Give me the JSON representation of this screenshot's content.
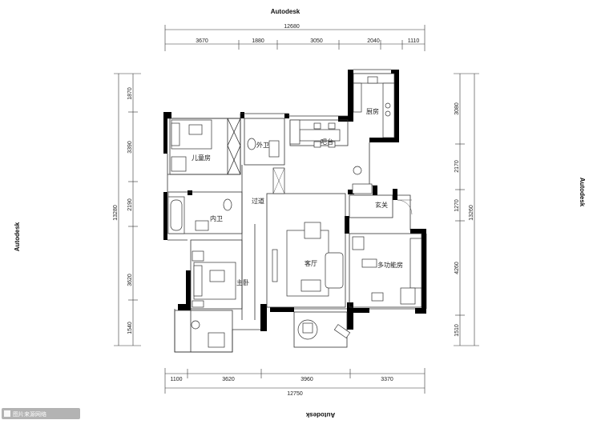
{
  "watermarks": {
    "top": "Autodesk",
    "left": "Autodesk",
    "right": "Autodesk",
    "bottom": "Autodesk"
  },
  "dimensions": {
    "top_total": "12680",
    "top_segments": [
      "3670",
      "1880",
      "3050",
      "2040",
      "1110"
    ],
    "bottom_total": "12750",
    "bottom_segments": [
      "1100",
      "3620",
      "3960",
      "3370"
    ],
    "left_total": "13280",
    "left_segments": [
      "1870",
      "3390",
      "2190",
      "3620",
      "1540"
    ],
    "right_total": "13260",
    "right_segments": [
      "3080",
      "2170",
      "1270",
      "4260",
      "1510"
    ]
  },
  "rooms": {
    "kids_room": "儿童房",
    "guest_bath": "外卫",
    "bar": "吧台",
    "kitchen": "厨房",
    "corridor": "过道",
    "inner_bath": "内卫",
    "entrance": "玄关",
    "living_room": "客厅",
    "master_bedroom": "主卧",
    "multi_room": "多功能房"
  },
  "logo": {
    "text": "图片来源网络"
  },
  "colors": {
    "wall": "#000000",
    "line": "#333333",
    "background": "#ffffff"
  }
}
